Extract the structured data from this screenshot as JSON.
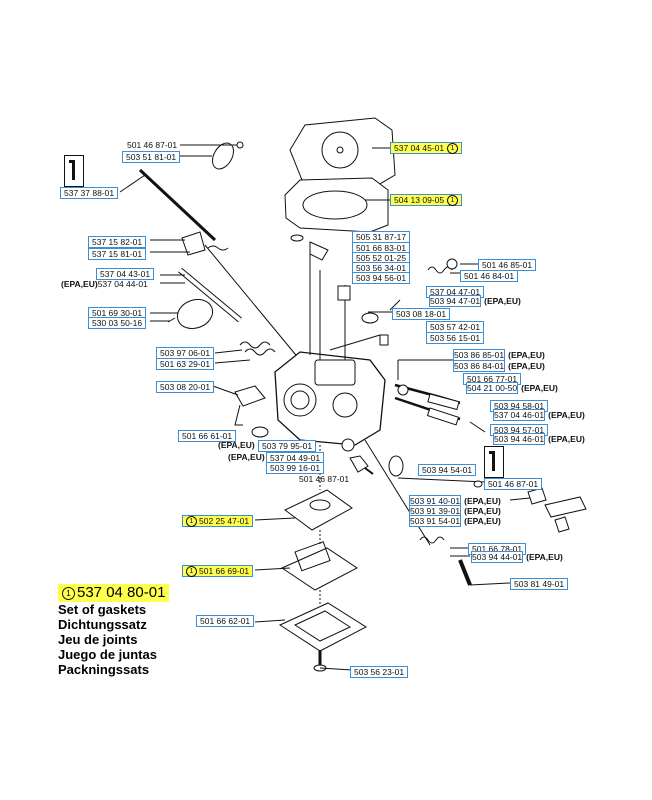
{
  "parts": {
    "p1": "537 04 45-01",
    "p2": "504 13 09-05",
    "p3": "501 46 87-01",
    "p4": "503 51 81-01",
    "p5": "537 37 88-01",
    "p6": "537 15 82-01",
    "p7": "537 15 81-01",
    "p8": "505 31 87-17",
    "p9": "501 66 83-01",
    "p10": "505 52 01-25",
    "p11": "503 56 34-01",
    "p12": "503 94 56-01",
    "p13": "501 46 85-01",
    "p14": "501 46 84-01",
    "p15": "537 04 43-01",
    "p16": "537 04 44-01",
    "p17": "537 04 47-01",
    "p18": "503 94 47-01",
    "p19": "501 69 30-01",
    "p20": "530 03 50-16",
    "p21": "503 08 18-01",
    "p22": "503 57 42-01",
    "p23": "503 56 15-01",
    "p24": "503 97 06-01",
    "p25": "501 63 29-01",
    "p26": "503 86 85-01",
    "p27": "503 86 84-01",
    "p28": "501 66 77-01",
    "p29": "504 21 00-50",
    "p30": "503 08 20-01",
    "p31": "503 94 58-01",
    "p32": "537 04 46-01",
    "p33": "503 94 57-01",
    "p34": "503 94 46-01",
    "p35": "501 66 61-01",
    "p36": "503 79 95-01",
    "p37": "537 04 49-01",
    "p38": "503 99 16-01",
    "p39": "503 94 54-01",
    "p40": "501 46 87-01",
    "p41": "501 46 87-01",
    "p42": "503 91 40-01",
    "p43": "503 91 39-01",
    "p44": "503 91 54-01",
    "p45": "502 25 47-01",
    "p46": "501 66 69-01",
    "p47": "501 66 78-01",
    "p48": "503 94 44-01",
    "p49": "503 81 49-01",
    "p50": "501 66 62-01",
    "p51": "503 56 23-01"
  },
  "tags": {
    "epa_eu_paren": "(EPA,EU)",
    "epa_eu": "(EPA,EU)"
  },
  "circle_mark": "1",
  "legend": {
    "code": "537 04 80-01",
    "lines": [
      "Set of gaskets",
      "Dichtungssatz",
      "Jeu de joints",
      "Juego de juntas",
      "Packningssats"
    ]
  },
  "colors": {
    "highlight": "#ffff4d",
    "label_border": "#3a8fd6",
    "line": "#111111"
  }
}
